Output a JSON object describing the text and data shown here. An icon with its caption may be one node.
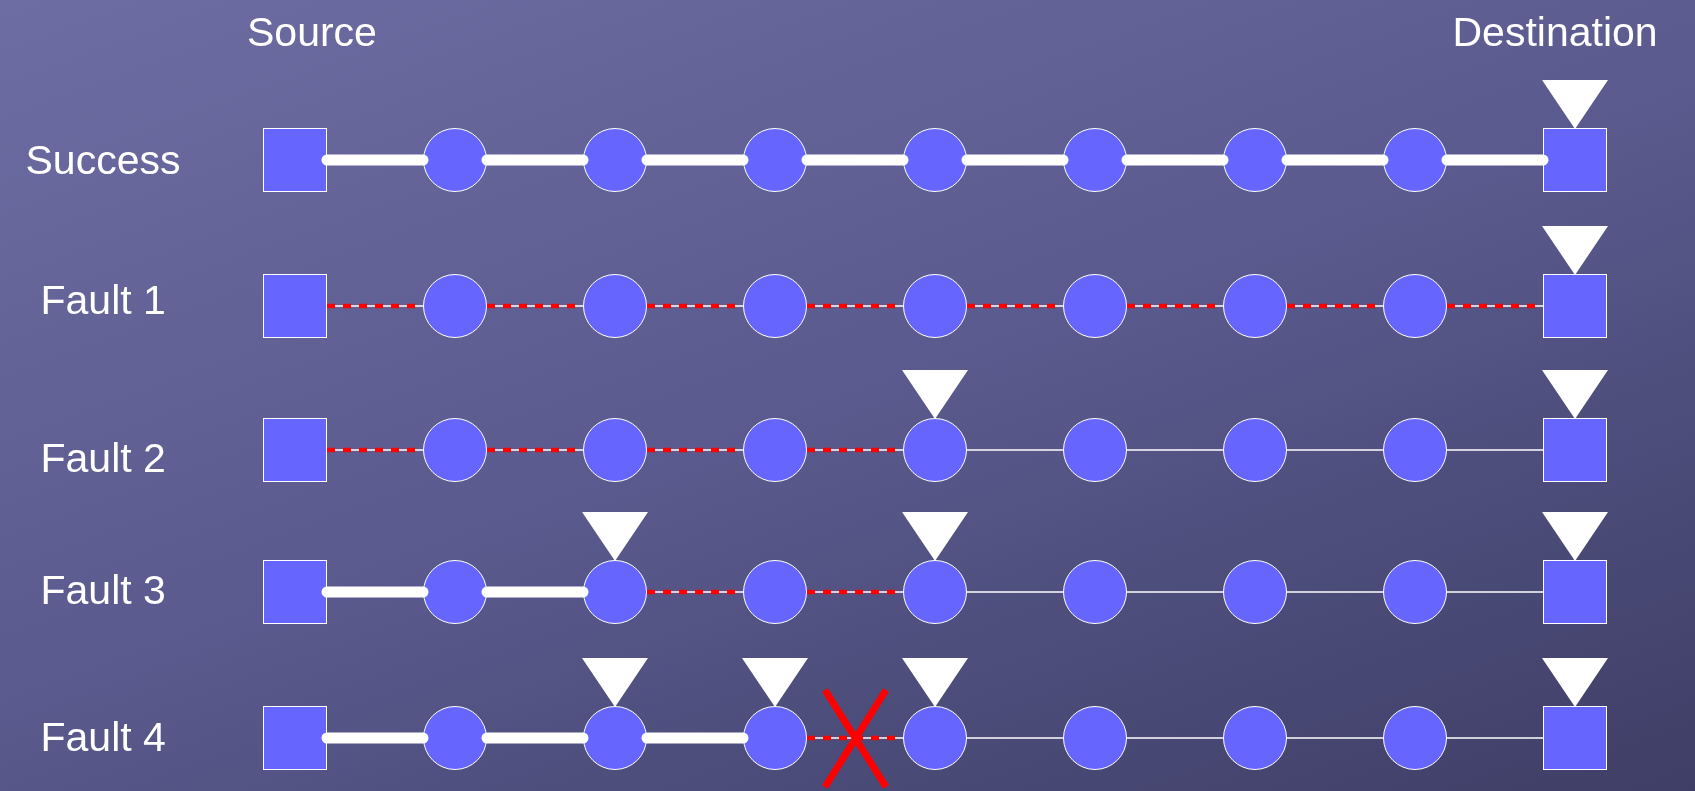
{
  "diagram": {
    "nodes": [
      {
        "text": [],
        "shape": "box"
      },
      {
        "text": [],
        "shape": "circle"
      },
      {
        "text": [],
        "shape": "circle"
      },
      {
        "text": [],
        "shape": "circle"
      },
      {
        "text": [],
        "shape": "circle"
      },
      {
        "text": [],
        "shape": "circle"
      },
      {
        "text": [],
        "shape": "circle"
      },
      {
        "text": [],
        "shape": "circle"
      },
      {
        "text": [],
        "shape": "box"
      },
      {
        "text": [],
        "shape": "box"
      },
      {
        "text": [],
        "shape": "circle"
      },
      {
        "text": [],
        "shape": "circle"
      },
      {
        "text": [],
        "shape": "circle"
      },
      {
        "text": [],
        "shape": "circle"
      },
      {
        "text": [],
        "shape": "circle"
      },
      {
        "text": [],
        "shape": "circle"
      },
      {
        "text": [],
        "shape": "circle"
      },
      {
        "text": [],
        "shape": "box"
      },
      {
        "text": [],
        "shape": "box"
      },
      {
        "text": [],
        "shape": "circle"
      },
      {
        "text": [],
        "shape": "circle"
      },
      {
        "text": [],
        "shape": "circle"
      },
      {
        "text": [],
        "shape": "circle"
      },
      {
        "text": [],
        "shape": "circle"
      },
      {
        "text": [],
        "shape": "circle"
      },
      {
        "text": [],
        "shape": "circle"
      },
      {
        "text": [],
        "shape": "box"
      },
      {
        "text": [],
        "shape": "box"
      },
      {
        "text": [],
        "shape": "circle"
      },
      {
        "text": [],
        "shape": "circle"
      },
      {
        "text": [],
        "shape": "circle"
      },
      {
        "text": [],
        "shape": "circle"
      },
      {
        "text": [],
        "shape": "circle"
      },
      {
        "text": [],
        "shape": "circle"
      },
      {
        "text": [],
        "shape": "circle"
      },
      {
        "text": [],
        "shape": "box"
      },
      {
        "text": [],
        "shape": "box"
      },
      {
        "text": [],
        "shape": "circle"
      },
      {
        "text": [],
        "shape": "circle"
      },
      {
        "text": [],
        "shape": "circle"
      },
      {
        "text": [],
        "shape": "circle"
      },
      {
        "text": [],
        "shape": "circle"
      },
      {
        "text": [],
        "shape": "circle"
      },
      {
        "text": [],
        "shape": "circle"
      },
      {
        "text": [],
        "shape": "box"
      },
      {
        "text": [],
        "shape": "triangle"
      },
      {
        "text": [],
        "shape": "triangle"
      },
      {
        "text": [],
        "shape": "triangle"
      },
      {
        "text": [],
        "shape": "triangle"
      },
      {
        "text": [],
        "shape": "triangle"
      },
      {
        "text": [],
        "shape": "triangle"
      },
      {
        "text": [],
        "shape": "triangle"
      },
      {
        "text": [],
        "shape": "triangle"
      },
      {
        "text": [],
        "shape": "triangle"
      },
      {
        "text": [],
        "shape": "triangle"
      },
      {
        "text": [],
        "shape": "triangle"
      }
    ],
    "edges": [
      {
        "from": 0,
        "to": 1,
        "arrow": "none",
        "style": "thick"
      },
      {
        "from": 1,
        "to": 2,
        "arrow": "none",
        "style": "thick"
      },
      {
        "from": 2,
        "to": 3,
        "arrow": "none",
        "style": "thick"
      },
      {
        "from": 3,
        "to": 4,
        "arrow": "none",
        "style": "thick"
      },
      {
        "from": 4,
        "to": 5,
        "arrow": "none",
        "style": "thick"
      },
      {
        "from": 5,
        "to": 6,
        "arrow": "none",
        "style": "thick"
      },
      {
        "from": 6,
        "to": 7,
        "arrow": "none",
        "style": "thick"
      },
      {
        "from": 7,
        "to": 8,
        "arrow": "none",
        "style": "thick"
      },
      {
        "from": 9,
        "to": 10,
        "arrow": "none"
      },
      {
        "from": 10,
        "to": 11,
        "arrow": "none"
      },
      {
        "from": 11,
        "to": 12,
        "arrow": "none"
      },
      {
        "from": 12,
        "to": 13,
        "arrow": "none"
      },
      {
        "from": 13,
        "to": 14,
        "arrow": "none"
      },
      {
        "from": 14,
        "to": 15,
        "arrow": "none"
      },
      {
        "from": 15,
        "to": 16,
        "arrow": "none"
      },
      {
        "from": 16,
        "to": 17,
        "arrow": "none"
      },
      {
        "from": 9,
        "to": 10,
        "arrow": "none",
        "style": "dashed",
        "color": "#ff0000"
      },
      {
        "from": 10,
        "to": 11,
        "arrow": "none",
        "style": "dashed",
        "color": "#ff0000"
      },
      {
        "from": 11,
        "to": 12,
        "arrow": "none",
        "style": "dashed",
        "color": "#ff0000"
      },
      {
        "from": 12,
        "to": 13,
        "arrow": "none",
        "style": "dashed",
        "color": "#ff0000"
      },
      {
        "from": 13,
        "to": 14,
        "arrow": "none",
        "style": "dashed",
        "color": "#ff0000"
      },
      {
        "from": 14,
        "to": 15,
        "arrow": "none",
        "style": "dashed",
        "color": "#ff0000"
      },
      {
        "from": 15,
        "to": 16,
        "arrow": "none",
        "style": "dashed",
        "color": "#ff0000"
      },
      {
        "from": 16,
        "to": 17,
        "arrow": "none",
        "style": "dashed",
        "color": "#ff0000"
      },
      {
        "from": 18,
        "to": 19,
        "arrow": "none"
      },
      {
        "from": 19,
        "to": 20,
        "arrow": "none"
      },
      {
        "from": 20,
        "to": 21,
        "arrow": "none"
      },
      {
        "from": 21,
        "to": 22,
        "arrow": "none"
      },
      {
        "from": 22,
        "to": 23,
        "arrow": "none"
      },
      {
        "from": 23,
        "to": 24,
        "arrow": "none"
      },
      {
        "from": 24,
        "to": 25,
        "arrow": "none"
      },
      {
        "from": 25,
        "to": 26,
        "arrow": "none"
      },
      {
        "from": 18,
        "to": 19,
        "arrow": "none",
        "style": "dashed",
        "color": "#ff0000"
      },
      {
        "from": 19,
        "to": 20,
        "arrow": "none",
        "style": "dashed",
        "color": "#ff0000"
      },
      {
        "from": 20,
        "to": 21,
        "arrow": "none",
        "style": "dashed",
        "color": "#ff0000"
      },
      {
        "from": 21,
        "to": 22,
        "arrow": "none",
        "style": "dashed",
        "color": "#ff0000"
      },
      {
        "from": 27,
        "to": 28,
        "arrow": "none",
        "style": "thick"
      },
      {
        "from": 28,
        "to": 29,
        "arrow": "none",
        "style": "thick"
      },
      {
        "from": 29,
        "to": 30,
        "arrow": "none"
      },
      {
        "from": 30,
        "to": 31,
        "arrow": "none"
      },
      {
        "from": 31,
        "to": 32,
        "arrow": "none"
      },
      {
        "from": 32,
        "to": 33,
        "arrow": "none"
      },
      {
        "from": 33,
        "to": 34,
        "arrow": "none"
      },
      {
        "from": 34,
        "to": 35,
        "arrow": "none"
      },
      {
        "from": 29,
        "to": 30,
        "arrow": "none",
        "style": "dashed",
        "color": "#ff0000"
      },
      {
        "from": 30,
        "to": 31,
        "arrow": "none",
        "style": "dashed",
        "color": "#ff0000"
      },
      {
        "from": 36,
        "to": 37,
        "arrow": "none",
        "style": "thick"
      },
      {
        "from": 37,
        "to": 38,
        "arrow": "none",
        "style": "thick"
      },
      {
        "from": 38,
        "to": 39,
        "arrow": "none",
        "style": "thick"
      },
      {
        "from": 39,
        "to": 40,
        "arrow": "none"
      },
      {
        "from": 40,
        "to": 41,
        "arrow": "none"
      },
      {
        "from": 41,
        "to": 42,
        "arrow": "none"
      },
      {
        "from": 42,
        "to": 43,
        "arrow": "none"
      },
      {
        "from": 43,
        "to": 44,
        "arrow": "none"
      },
      {
        "from": 39,
        "to": 40,
        "arrow": "none",
        "style": "dashed",
        "color": "#ff0000"
      }
    ],
    "labels": [
      "Source",
      "Destination",
      "Success",
      "Fault 1",
      "Fault 2",
      "Fault 3",
      "Fault 4"
    ]
  }
}
